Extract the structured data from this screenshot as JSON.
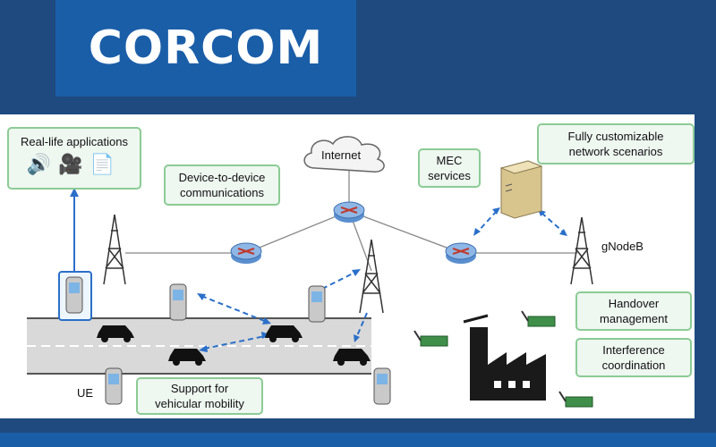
{
  "logo": {
    "text": "CORCOM"
  },
  "diagram": {
    "real_life_apps": "Real-life applications",
    "d2d": "Device-to-device\ncommunications",
    "internet": "Internet",
    "mec": "MEC\nservices",
    "custom_net": "Fully customizable\nnetwork scenarios",
    "gnodeb": "gNodeB",
    "handover": "Handover\nmanagement",
    "interference": "Interference\ncoordination",
    "ue": "UE",
    "vehicular": "Support for\nvehicular mobility"
  },
  "colors": {
    "brand_dark": "#1f4a80",
    "brand": "#1a5ea8",
    "box_border": "#8ccb95",
    "arrow": "#2a6fc9"
  }
}
